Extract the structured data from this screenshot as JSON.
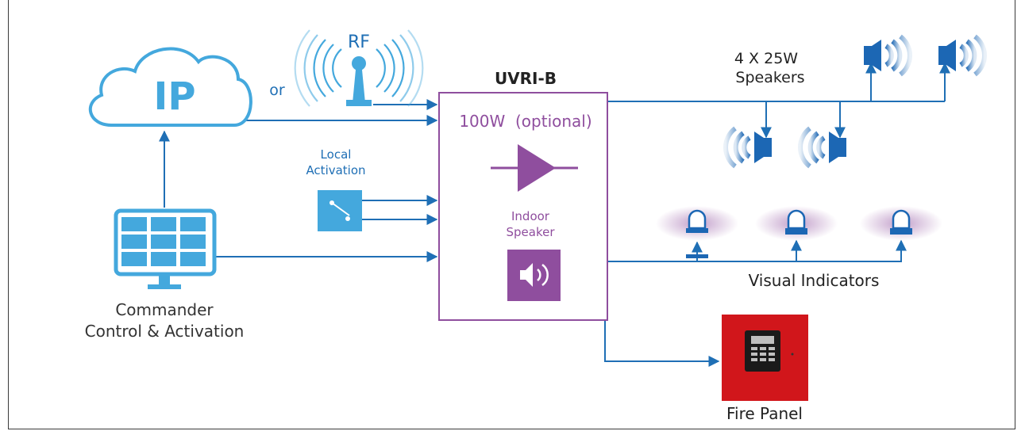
{
  "colors": {
    "line_blue": "#1f6fb5",
    "icon_blue": "#44a8dd",
    "cloud_fill": "#ffffff",
    "cloud_stroke": "#44a8dd",
    "purple": "#8f4e9e",
    "speaker_blue": "#1c67b4",
    "fire_red": "#d1161b"
  },
  "labels": {
    "ip": "IP",
    "or": "or",
    "rf": "RF",
    "device_name": "UVRI-B",
    "amplifier": "100W  (optional)",
    "indoor_speaker_line1": "Indoor",
    "indoor_speaker_line2": "Speaker",
    "local_activation_line1": "Local",
    "local_activation_line2": "Activation",
    "commander_line1": "Commander",
    "commander_line2": "Control & Activation",
    "speakers_line1": "4 X 25W",
    "speakers_line2": "Speakers",
    "visual_indicators": "Visual Indicators",
    "fire_panel": "Fire Panel"
  },
  "icons": {
    "cloud": "cloud-icon",
    "antenna": "rf-antenna-icon",
    "switch": "switch-icon",
    "monitor": "computer-monitor-icon",
    "amplifier": "amplifier-symbol-icon",
    "indoor_speaker": "indoor-speaker-icon",
    "horn_speaker": "horn-speaker-icon",
    "strobe": "strobe-light-icon",
    "fire_panel": "fire-panel-icon"
  }
}
